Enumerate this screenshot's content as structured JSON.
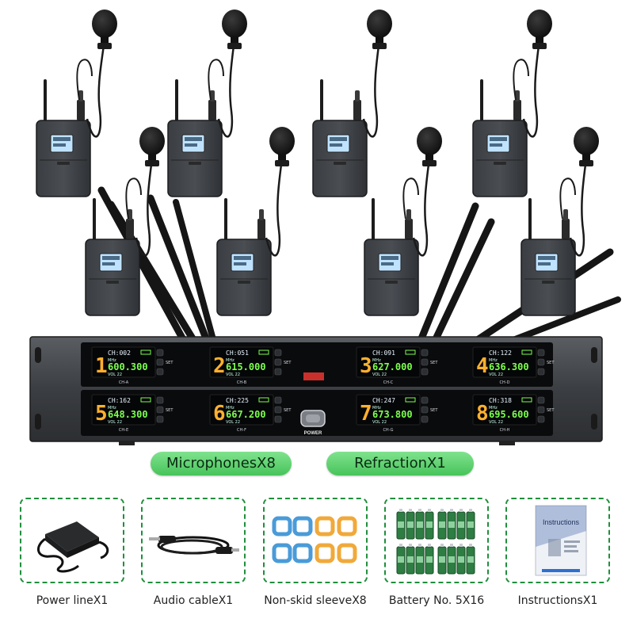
{
  "receiver": {
    "channels": [
      {
        "num": "1",
        "ch": "CH:002",
        "freq": "600.300",
        "tag": "CH-A"
      },
      {
        "num": "2",
        "ch": "CH:051",
        "freq": "615.000",
        "tag": "CH-B"
      },
      {
        "num": "3",
        "ch": "CH:091",
        "freq": "627.000",
        "tag": "CH-C"
      },
      {
        "num": "4",
        "ch": "CH:122",
        "freq": "636.300",
        "tag": "CH-D"
      },
      {
        "num": "5",
        "ch": "CH:162",
        "freq": "648.300",
        "tag": "CH-E"
      },
      {
        "num": "6",
        "ch": "CH:225",
        "freq": "667.200",
        "tag": "CH-F"
      },
      {
        "num": "7",
        "ch": "CH:247",
        "freq": "673.800",
        "tag": "CH-G"
      },
      {
        "num": "8",
        "ch": "CH:318",
        "freq": "695.600",
        "tag": "CH-H"
      }
    ],
    "power_label": "POWER",
    "set_label": "SET",
    "mhz_label": "MHz",
    "vol_label": "VOL",
    "vol_value": "22"
  },
  "pills": {
    "microphones": "MicrophonesX8",
    "refraction": "RefractionX1"
  },
  "accessories": [
    {
      "label": "Power lineX1",
      "icon": "power-adapter-icon"
    },
    {
      "label": "Audio cableX1",
      "icon": "audio-cable-icon"
    },
    {
      "label": "Non-skid sleeveX8",
      "icon": "silicone-sleeve-icon"
    },
    {
      "label": "Battery No. 5X16",
      "icon": "battery-pack-icon"
    },
    {
      "label": "InstructionsX1",
      "icon": "instruction-manual-icon"
    }
  ],
  "manual_title": "Instructions",
  "colors": {
    "accent_green": "#47c35a",
    "dashed_border": "#1f8f3c",
    "lcd_green": "#7dff4f",
    "lcd_orange": "#ffb02e"
  }
}
